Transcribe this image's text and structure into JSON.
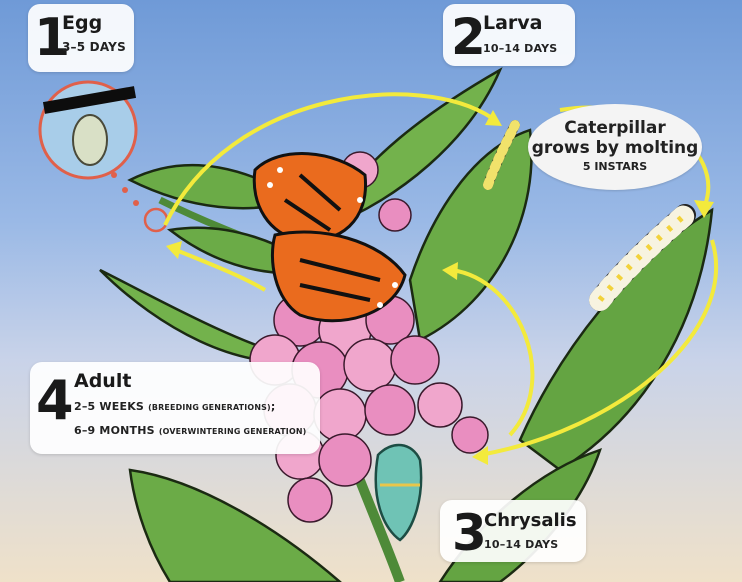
{
  "stages": {
    "egg": {
      "number": "1",
      "title": "Egg",
      "duration": "3–5 DAYS"
    },
    "larva": {
      "number": "2",
      "title": "Larva",
      "duration": "10–14 DAYS"
    },
    "chrysalis": {
      "number": "3",
      "title": "Chrysalis",
      "duration": "10–14 DAYS"
    },
    "adult": {
      "number": "4",
      "title": "Adult",
      "line1_main": "2–5 WEEKS ",
      "line1_note": "(BREEDING GENERATIONS)",
      "line1_end": ";",
      "line2_main": "6–9 MONTHS ",
      "line2_note": "(OVERWINTERING GENERATION)"
    }
  },
  "caterpillar_note": {
    "line1": "Caterpillar",
    "line2": "grows by molting",
    "detail": "5 INSTARS"
  },
  "colors": {
    "arrow": "#f3ea3c",
    "leaf": "#6bab47",
    "flower": "#e98ec0",
    "wing_orange": "#ea6b1e",
    "chrysalis": "#6fc3b5",
    "egg_circle": "#e0604a"
  }
}
